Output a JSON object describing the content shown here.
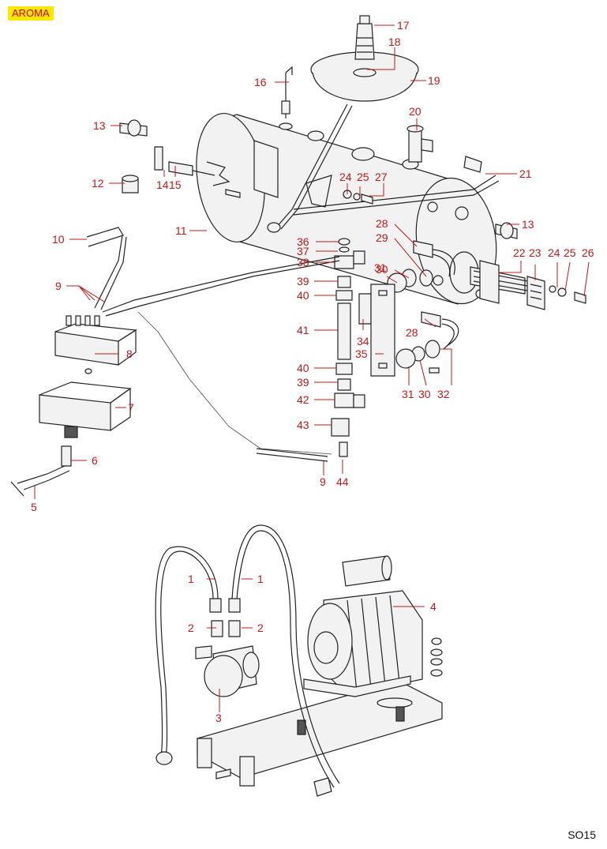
{
  "brand": "AROMA",
  "sheet_code": "SO15",
  "callouts": [
    "17",
    "18",
    "19",
    "16",
    "13",
    "20",
    "21",
    "14",
    "15",
    "24",
    "25",
    "27",
    "12",
    "11",
    "28",
    "13",
    "10",
    "29",
    "22",
    "23",
    "24",
    "25",
    "26",
    "36",
    "37",
    "30",
    "31",
    "38",
    "39",
    "40",
    "9",
    "41",
    "34",
    "28",
    "8",
    "35",
    "40",
    "31",
    "30",
    "32",
    "39",
    "42",
    "7",
    "43",
    "6",
    "9",
    "44",
    "5",
    "1",
    "1",
    "4",
    "2",
    "2",
    "3"
  ]
}
